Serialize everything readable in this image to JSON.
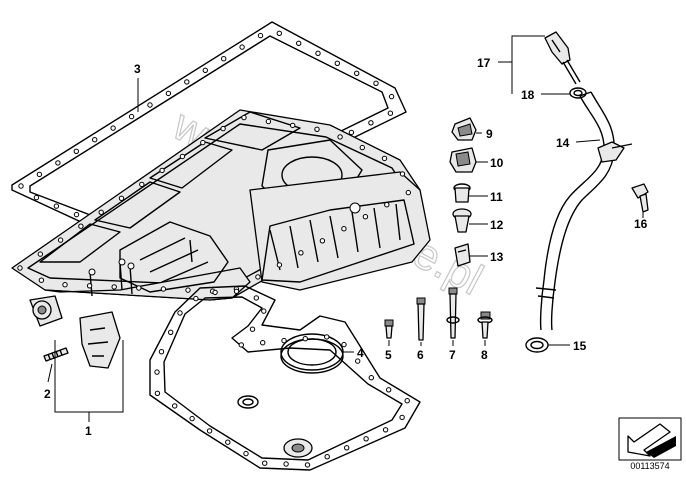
{
  "labels": [
    {
      "id": "1",
      "text": "1"
    },
    {
      "id": "2",
      "text": "2"
    },
    {
      "id": "3",
      "text": "3"
    },
    {
      "id": "4",
      "text": "4"
    },
    {
      "id": "5",
      "text": "5"
    },
    {
      "id": "6",
      "text": "6"
    },
    {
      "id": "7",
      "text": "7"
    },
    {
      "id": "8",
      "text": "8"
    },
    {
      "id": "9",
      "text": "9"
    },
    {
      "id": "10",
      "text": "10"
    },
    {
      "id": "11",
      "text": "11"
    },
    {
      "id": "12",
      "text": "12"
    },
    {
      "id": "13",
      "text": "13"
    },
    {
      "id": "14",
      "text": "14"
    },
    {
      "id": "15",
      "text": "15"
    },
    {
      "id": "16",
      "text": "16"
    },
    {
      "id": "17",
      "text": "17"
    },
    {
      "id": "18",
      "text": "18"
    }
  ],
  "watermark": "www.bmwstore.pl",
  "doc_id": "00113574",
  "icons": {
    "view_direction": "view-direction-arrow-icon"
  }
}
